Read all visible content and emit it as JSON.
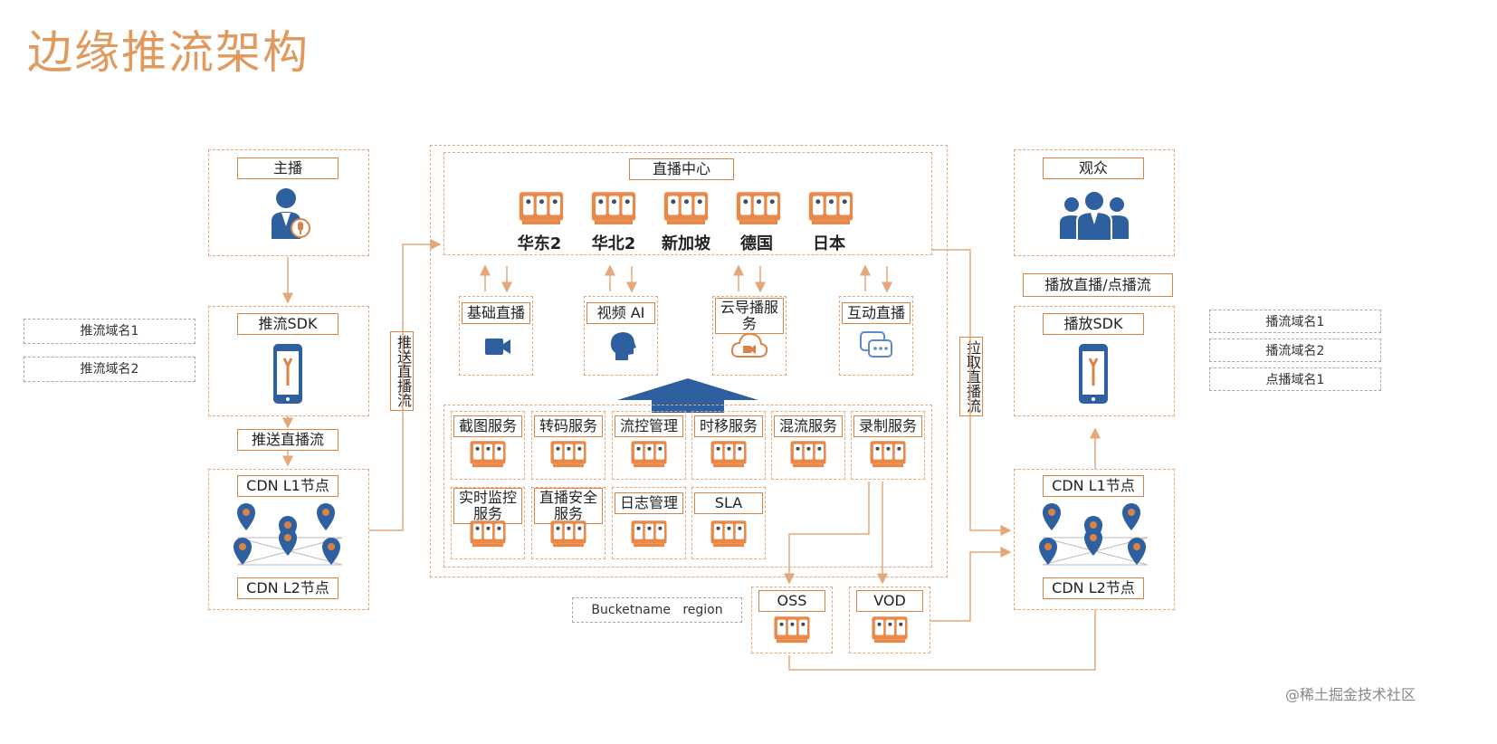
{
  "title": "边缘推流架构",
  "anchor": {
    "label": "主播"
  },
  "push_sdk": {
    "label": "推流SDK"
  },
  "push_stream_label": "推送直播流",
  "cdn_left": {
    "l1": "CDN L1节点",
    "l2": "CDN L2节点"
  },
  "push_domains": [
    "推流域名1",
    "推流域名2"
  ],
  "push_vertical": "推送直播流",
  "center": {
    "title": "直播中心",
    "regions": [
      "华东2",
      "华北2",
      "新加坡",
      "德国",
      "日本"
    ],
    "services": [
      "基础直播",
      "视频 AI",
      "云导播服务",
      "互动直播"
    ],
    "modules_row1": [
      "截图服务",
      "转码服务",
      "流控管理",
      "时移服务",
      "混流服务",
      "录制服务"
    ],
    "modules_row2": [
      "实时监控服务",
      "直播安全服务",
      "日志管理",
      "SLA"
    ]
  },
  "pull_vertical": "拉取直播流",
  "audience": {
    "label": "观众"
  },
  "play_label": "播放直播/点播流",
  "play_sdk": {
    "label": "播放SDK"
  },
  "cdn_right": {
    "l1": "CDN L1节点",
    "l2": "CDN L2节点"
  },
  "play_domains": [
    "播流域名1",
    "播流域名2",
    "点播域名1"
  ],
  "oss": {
    "label": "OSS"
  },
  "vod": {
    "label": "VOD"
  },
  "bucket_note": "Bucketname   region",
  "watermark": "@稀土掘金技术社区",
  "colors": {
    "accent": "#e09a5e",
    "border": "#d98446",
    "blue": "#2e5f9e",
    "line": "#e3a77a"
  }
}
